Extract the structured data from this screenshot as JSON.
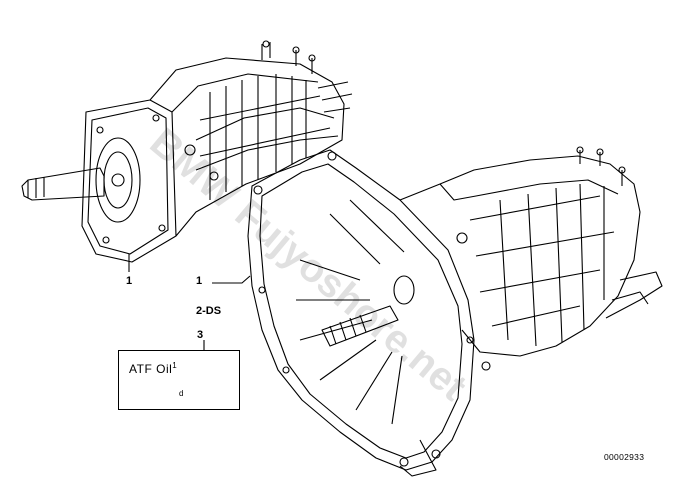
{
  "callouts": {
    "left_gearbox": "1",
    "right_gearbox": "1",
    "second_label": "2-DS",
    "atf_label": "3"
  },
  "atf_box": {
    "text": "ATF Oil",
    "superscript": "1",
    "small_mark": "d"
  },
  "part_number": "00002933",
  "watermark": "BMW Fujyoshore.net"
}
